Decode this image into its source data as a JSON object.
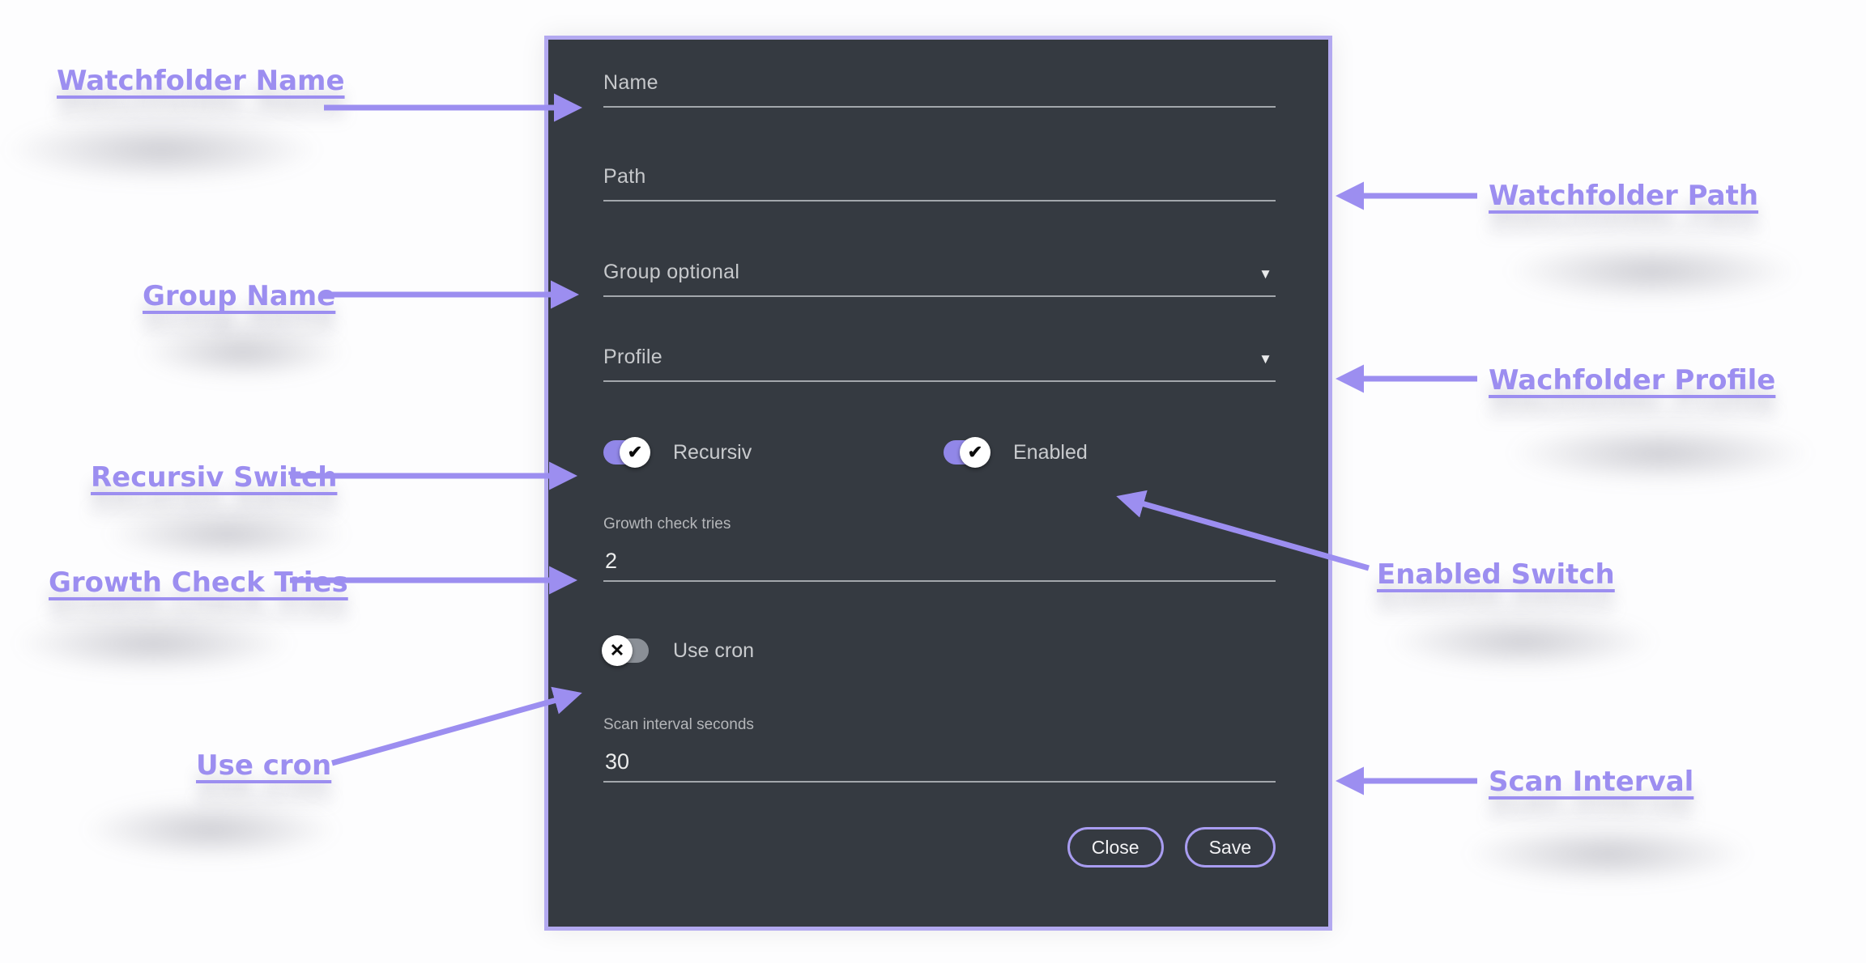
{
  "dialog": {
    "title_context": "Watchfolder settings dialog",
    "fields": {
      "name": {
        "label": "Name",
        "value": ""
      },
      "path": {
        "label": "Path",
        "value": ""
      },
      "group": {
        "label": "Group optional",
        "selected": ""
      },
      "profile": {
        "label": "Profile",
        "selected": ""
      },
      "recursiv": {
        "label": "Recursiv",
        "state": "on"
      },
      "enabled": {
        "label": "Enabled",
        "state": "on"
      },
      "growth_check_tries": {
        "label": "Growth check tries",
        "value": "2"
      },
      "use_cron": {
        "label": "Use cron",
        "state": "off"
      },
      "scan_interval": {
        "label": "Scan interval seconds",
        "value": "30"
      }
    },
    "buttons": {
      "close": "Close",
      "save": "Save"
    }
  },
  "icons": {
    "dropdown_caret": "▼",
    "switch_on_glyph": "✔",
    "switch_off_glyph": "✕"
  },
  "annotations": {
    "watchfolder_name": "Watchfolder Name",
    "watchfolder_path": "Watchfolder Path",
    "group_name": "Group Name",
    "wachfolder_profile": "Wachfolder Profile",
    "recursiv_switch": "Recursiv Switch",
    "enabled_switch": "Enabled Switch",
    "growth_check_tries": "Growth Check Tries",
    "use_cron": "Use cron",
    "scan_interval": "Scan Interval"
  },
  "colors": {
    "annotation_purple": "#9c8ef0",
    "dialog_border": "#b3a9f0",
    "dialog_background": "#353a41",
    "switch_on": "#9187e8",
    "switch_off": "#8a8f96",
    "button_border": "#a89cf0",
    "label_gray": "#c6c8cb",
    "value_white": "#eceded",
    "page_background": "#fdfdfe"
  }
}
